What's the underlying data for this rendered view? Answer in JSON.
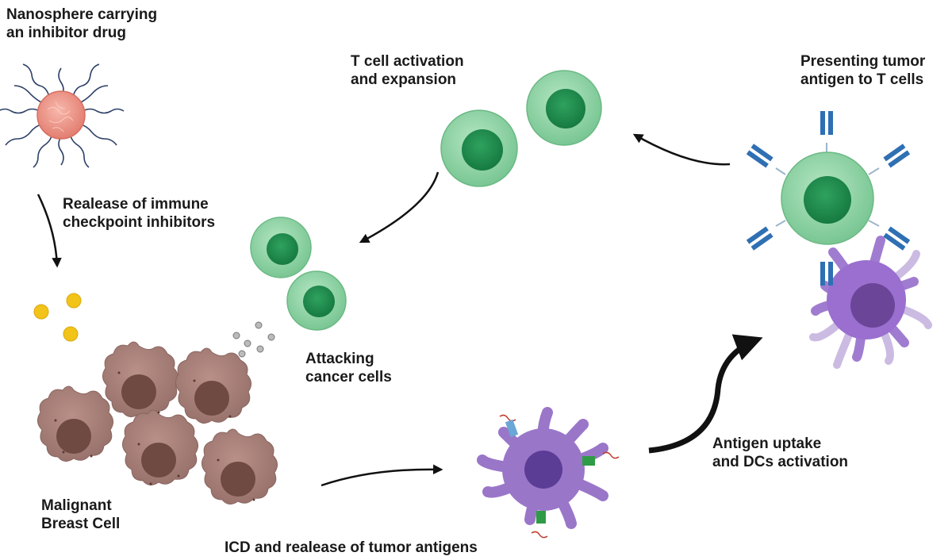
{
  "labels": {
    "nanosphere": {
      "line1": "Nanosphere  carrying",
      "line2": "an inhibitor drug"
    },
    "release_inhibitors": {
      "line1": "Realease of immune",
      "line2": "checkpoint inhibitors"
    },
    "malignant": {
      "line1": "Malignant",
      "line2": "Breast Cell"
    },
    "icd": {
      "line1": "ICD and realease of tumor antigens"
    },
    "antigen_uptake": {
      "line1": "Antigen uptake",
      "line2": "and DCs activation"
    },
    "presenting": {
      "line1": "Presenting tumor",
      "line2": "antigen to T cells"
    },
    "t_activation": {
      "line1": "T cell activation",
      "line2": "and expansion"
    },
    "attacking": {
      "line1": "Attacking",
      "line2": "cancer cells"
    }
  },
  "colors": {
    "tcell_fill": "#8fd3a4",
    "tcell_nucleus": "#1f8a4c",
    "dc_fill": "#9a76c9",
    "dc_nucleus": "#5b3d96",
    "cancer_fill": "#a9837a",
    "cancer_nucleus": "#6e4a43",
    "nanosphere_core": "#f19a8c",
    "ligand": "#2c3f66",
    "inhibitor": "#f2c318",
    "receptor": "#2f6fb3",
    "arrow": "#111111"
  }
}
